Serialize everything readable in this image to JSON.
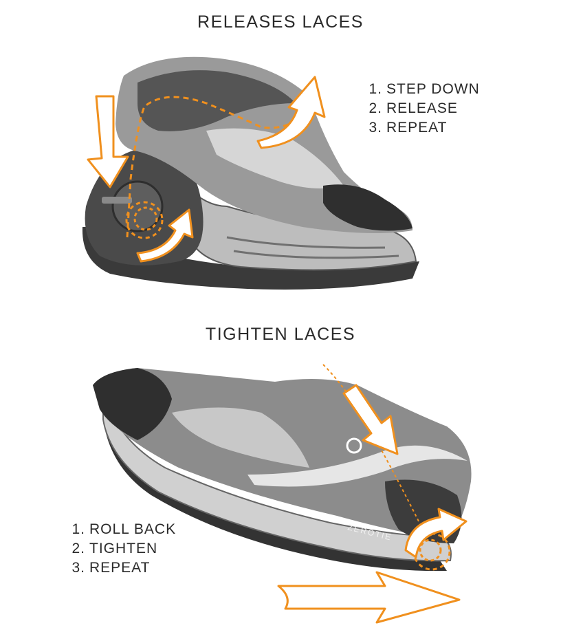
{
  "release": {
    "title": "RELEASES LACES",
    "steps": [
      {
        "num": "1.",
        "label": "STEP DOWN"
      },
      {
        "num": "2.",
        "label": "RELEASE"
      },
      {
        "num": "3.",
        "label": "REPEAT"
      }
    ]
  },
  "tighten": {
    "title": "TIGHTEN LACES",
    "steps": [
      {
        "num": "1.",
        "label": "ROLL BACK"
      },
      {
        "num": "2.",
        "label": "TIGHTEN"
      },
      {
        "num": "3.",
        "label": "REPEAT"
      }
    ]
  },
  "brand_mark": "ZEROTIE",
  "colors": {
    "arrow": "#f0901e",
    "shoe_dark": "#3a3a3a",
    "shoe_mid": "#8a8a8a",
    "shoe_light": "#cfcfcf",
    "text": "#2a2a2a"
  }
}
